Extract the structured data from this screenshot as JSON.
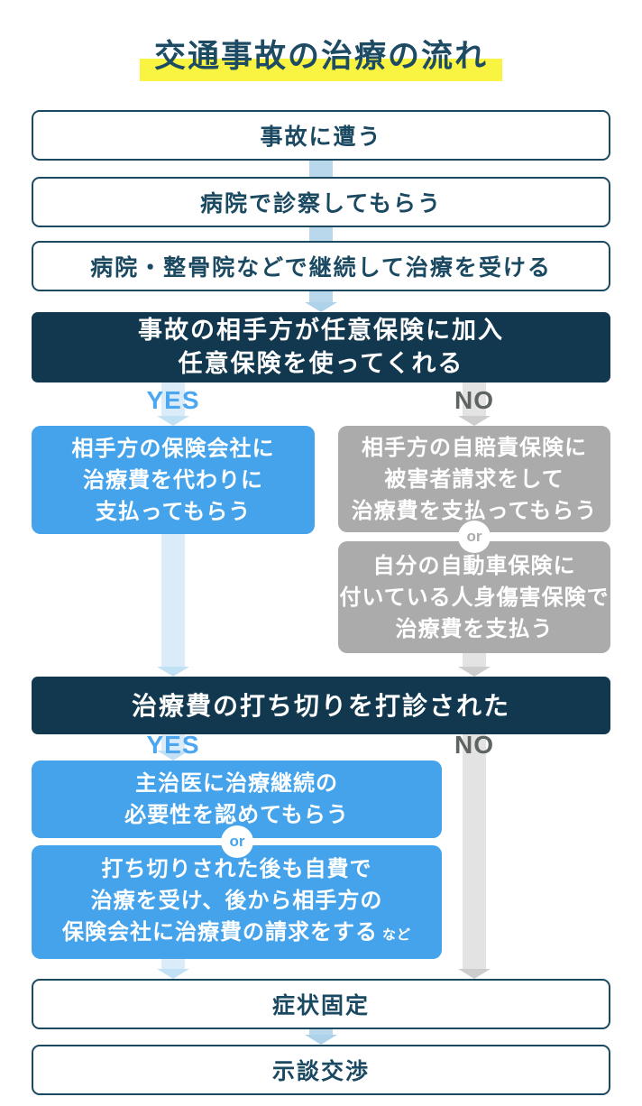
{
  "title": {
    "text": "交通事故の治療の流れ"
  },
  "labels": {
    "yes": "YES",
    "no": "NO",
    "or": "or"
  },
  "colors": {
    "title_text": "#1d4b63",
    "highlight_yellow": "#f9f442",
    "box_border": "#1a4961",
    "dark_box": "#12384f",
    "blue_box": "#44a3eb",
    "gray_box": "#ababab",
    "yes_label": "#4da7f0",
    "no_label": "#5d6461",
    "connector_blue": "#b9d8ec",
    "connector_light_blue": "#daecf9",
    "connector_gray": "#e3e3e3"
  },
  "flow": {
    "step_accident": "事故に遭う",
    "step_hospital": "病院で診察してもらう",
    "step_continue": "病院・整骨院などで継続して治療を受ける",
    "decision_insurance": {
      "lines": [
        "事故の相手方が任意保険に加入",
        "任意保険を使ってくれる"
      ]
    },
    "yes_insurer_pays": {
      "lines": [
        "相手方の保険会社に",
        "治療費を代わりに",
        "支払ってもらう"
      ]
    },
    "no_jibaiseki": {
      "lines": [
        "相手方の自賠責保険に",
        "被害者請求をして",
        "治療費を支払ってもらう"
      ]
    },
    "no_jinshin": {
      "lines": [
        "自分の自動車保険に",
        "付いている人身傷害保険で",
        "治療費を支払う"
      ]
    },
    "decision_cutoff": "治療費の打ち切りを打診された",
    "yes_doctor": {
      "lines": [
        "主治医に治療継続の",
        "必要性を認めてもらう"
      ]
    },
    "yes_selfpay": {
      "lines": [
        "打ち切りされた後も自費で",
        "治療を受け、後から相手方の",
        "保険会社に治療費の請求をする"
      ],
      "suffix": "など"
    },
    "step_symptom_fixed": "症状固定",
    "step_settlement": "示談交渉"
  }
}
